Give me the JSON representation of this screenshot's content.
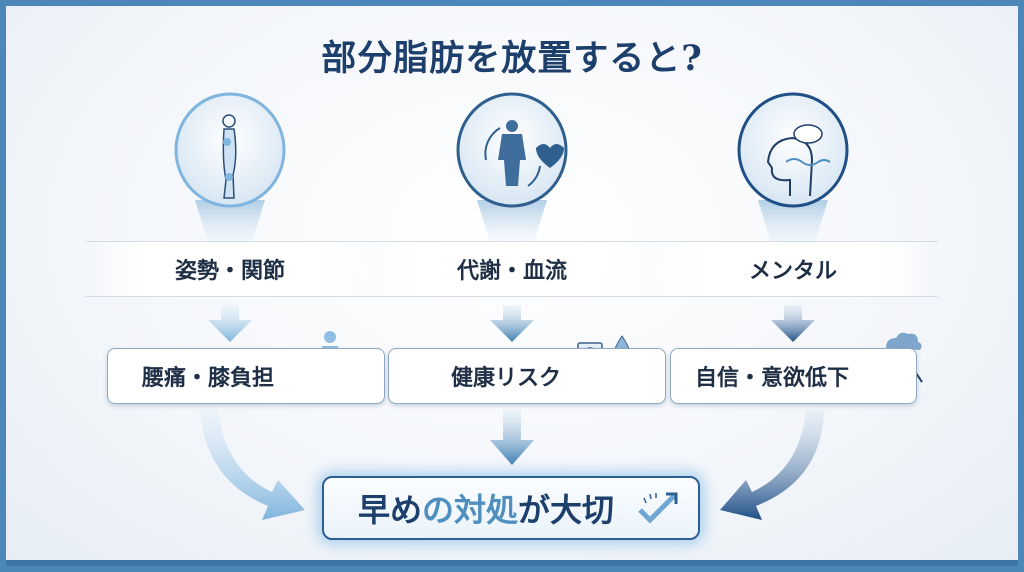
{
  "title": "部分脂肪を放置すると?",
  "columns": [
    {
      "category": "姿勢・関節",
      "icon": "standing-body-icon",
      "result": "腰痛・膝負担",
      "result_icon": "back-pain-person-icon",
      "color": "#7fb5de"
    },
    {
      "category": "代謝・血流",
      "icon": "body-cycle-heart-icon",
      "result": "健康リスク",
      "result_icon": "blood-pressure-warning-icon",
      "color": "#3f7fb3"
    },
    {
      "category": "メンタル",
      "icon": "head-thought-icon",
      "result": "自信・意欲低下",
      "result_icon": "depressed-person-rain-icon",
      "color": "#1f4f86"
    }
  ],
  "conclusion": {
    "part1": "早め",
    "part2": "の対処",
    "part3": "が",
    "part4": "大切",
    "icon": "check-arrow-icon"
  }
}
